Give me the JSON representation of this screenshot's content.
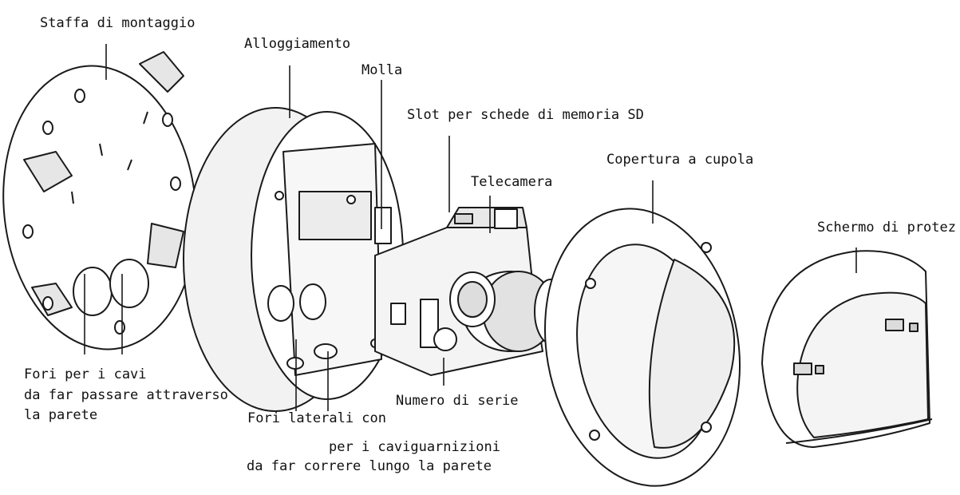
{
  "labels": {
    "mounting_bracket": "Staffa di montaggio",
    "housing": "Alloggiamento",
    "spring": "Molla",
    "sd_slot": "Slot per schede di memoria SD",
    "camera": "Telecamera",
    "dome_cover": "Copertura a cupola",
    "protection_shield": "Schermo di protez",
    "cable_holes_line1": "Fori per i cavi",
    "cable_holes_line2": "da far passare attraverso",
    "cable_holes_line3": "la parete",
    "side_holes": "Fori laterali con",
    "side_holes_line2": "per i caviguarnizioni",
    "side_holes_line3": "da far correre lungo la parete",
    "serial_number": "Numero di serie"
  },
  "colors": {
    "line": "#1a1a1a",
    "fill": "#ffffff",
    "shade": "#d8d8d8"
  }
}
